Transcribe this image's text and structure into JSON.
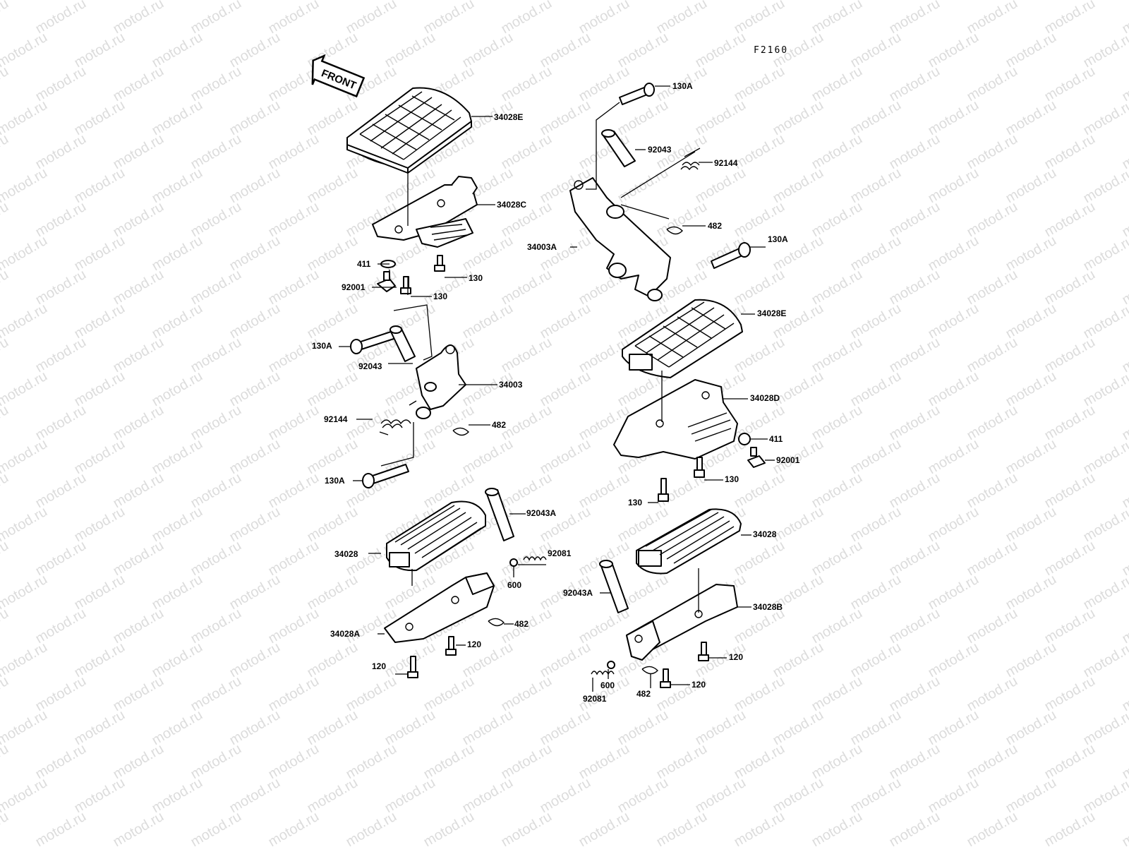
{
  "diagram_code": "F2160",
  "front_label": "FRONT",
  "watermark": "motod.ru",
  "labels": {
    "l_130A_top": "130A",
    "l_34028E_1": "34028E",
    "l_92043_r": "92043",
    "l_92144_r": "92144",
    "l_34028C": "34028C",
    "l_482_r": "482",
    "l_34003A": "34003A",
    "l_130A_r2": "130A",
    "l_411_l": "411",
    "l_130_l1": "130",
    "l_92001_l": "92001",
    "l_130_l2": "130",
    "l_34028E_2": "34028E",
    "l_130A_l1": "130A",
    "l_92043_l": "92043",
    "l_34003": "34003",
    "l_34028D": "34028D",
    "l_92144_l": "92144",
    "l_482_l": "482",
    "l_411_r": "411",
    "l_92001_r": "92001",
    "l_130A_l2": "130A",
    "l_130_r1": "130",
    "l_130_r2": "130",
    "l_92043A_l": "92043A",
    "l_34028_l": "34028",
    "l_34028_r": "34028",
    "l_92081_l": "92081",
    "l_600_l": "600",
    "l_92043A_r": "92043A",
    "l_34028B": "34028B",
    "l_482_ll": "482",
    "l_34028A": "34028A",
    "l_120_l1": "120",
    "l_120_l2": "120",
    "l_120_r1": "120",
    "l_600_r": "600",
    "l_120_r2": "120",
    "l_92081_r": "92081",
    "l_482_rr": "482"
  }
}
